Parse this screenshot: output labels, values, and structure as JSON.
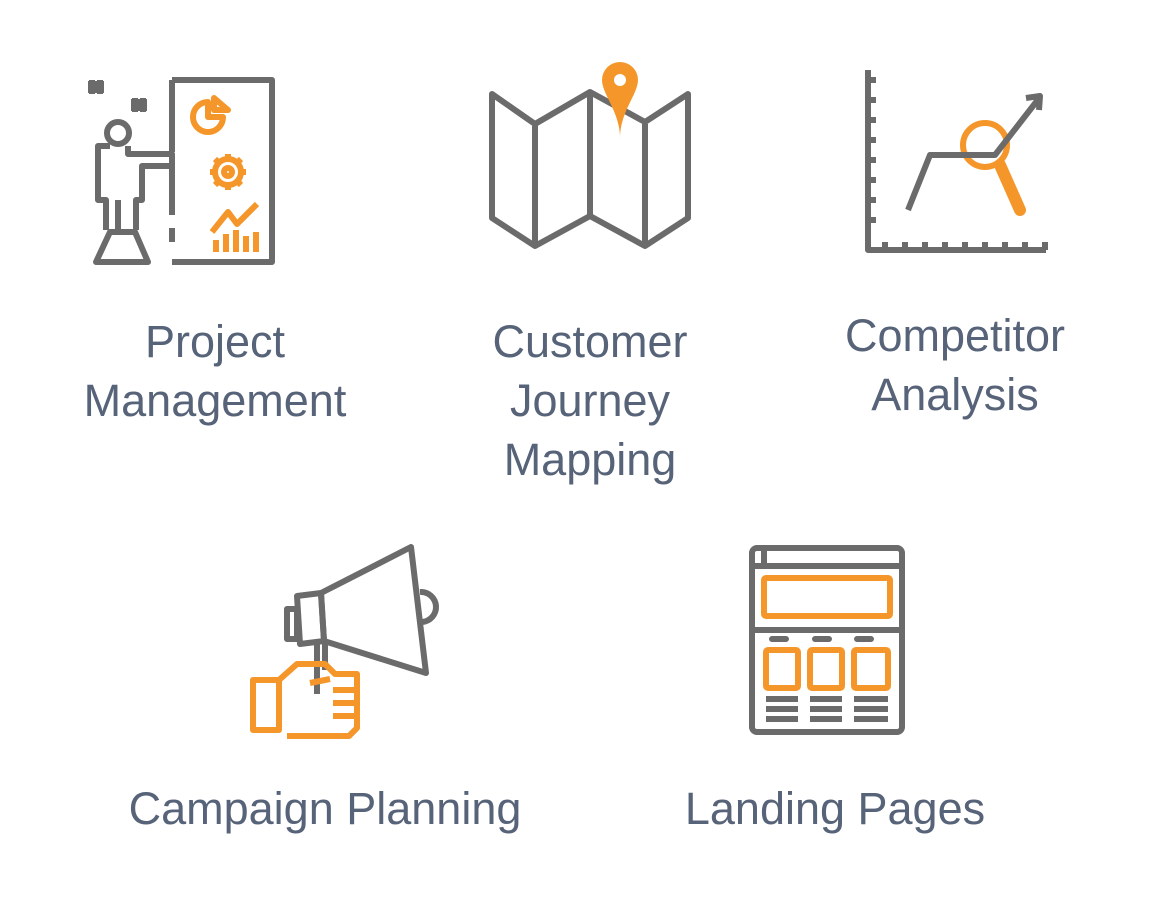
{
  "colors": {
    "gray": "#6b6b6b",
    "orange": "#f5962a",
    "text": "#576378"
  },
  "items": [
    {
      "icon": "presentation-board-icon",
      "label_lines": [
        "Project",
        "Management"
      ]
    },
    {
      "icon": "map-pin-icon",
      "label_lines": [
        "Customer",
        "Journey",
        "Mapping"
      ]
    },
    {
      "icon": "chart-magnifier-icon",
      "label_lines": [
        "Competitor",
        "Analysis"
      ]
    },
    {
      "icon": "megaphone-icon",
      "label_lines": [
        "Campaign Planning"
      ]
    },
    {
      "icon": "webpage-layout-icon",
      "label_lines": [
        "Landing Pages"
      ]
    }
  ]
}
